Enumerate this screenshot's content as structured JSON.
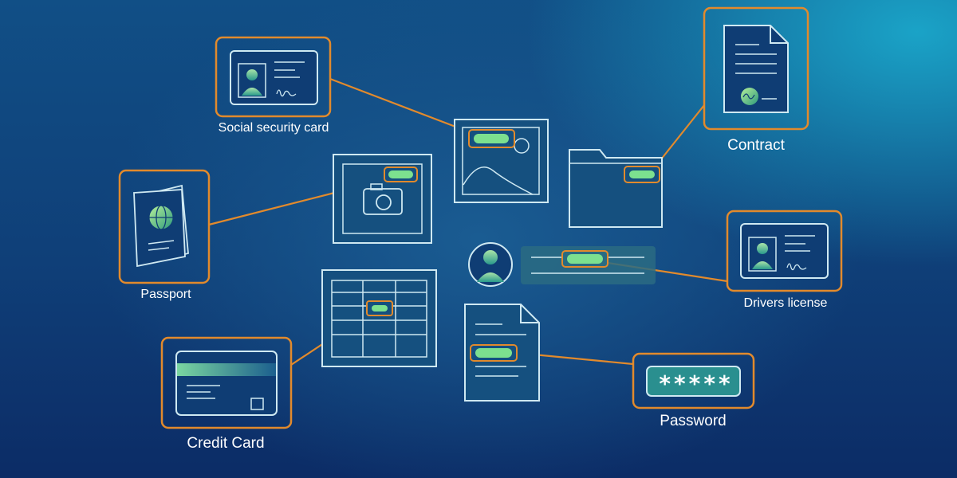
{
  "labels": {
    "social_security_card": "Social security card",
    "passport": "Passport",
    "credit_card": "Credit Card",
    "contract": "Contract",
    "drivers_license": "Drivers license",
    "password": "Password"
  },
  "password_value": "*****",
  "colors": {
    "background_top": "#114f86",
    "background_bottom": "#0c2c66",
    "highlight_orange": "#e28a2c",
    "line_light": "#cfe9f2",
    "token_green": "#7ce08f",
    "teal_accent": "#2a8f8f"
  },
  "icons": [
    "id-card-icon",
    "passport-icon",
    "credit-card-icon",
    "contract-icon",
    "drivers-license-icon",
    "password-field-icon",
    "image-file-icon",
    "camera-icon",
    "folder-icon",
    "user-avatar-icon",
    "text-field-icon",
    "spreadsheet-icon",
    "document-icon"
  ]
}
